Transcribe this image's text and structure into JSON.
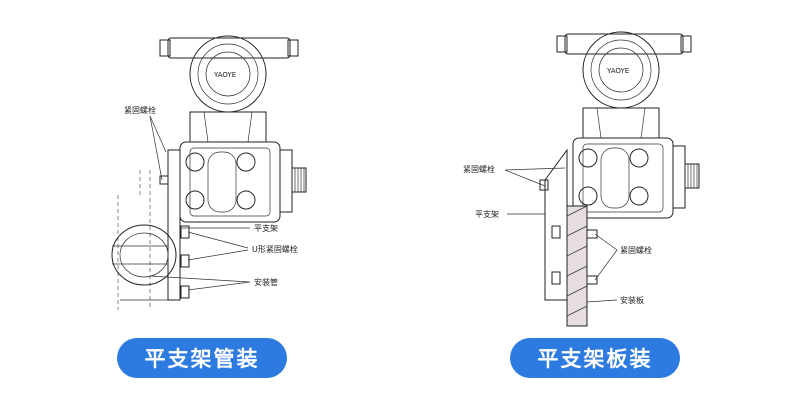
{
  "left": {
    "title": "平支架管装",
    "brand": "YAOYE",
    "labels": {
      "fastening_bolt": "紧固螺栓",
      "flat_bracket": "平支架",
      "u_bolt": "U形紧固螺栓",
      "mount_pipe": "安装管"
    }
  },
  "right": {
    "title": "平支架板装",
    "brand": "YAOYE",
    "labels": {
      "fastening_bolt_top": "紧固螺栓",
      "flat_bracket": "平支架",
      "fastening_bolt_side": "紧固螺栓",
      "mount_plate": "安装板"
    }
  },
  "colors": {
    "pill": "#2d7be0",
    "line": "#222222",
    "plate": "#e6dede"
  }
}
